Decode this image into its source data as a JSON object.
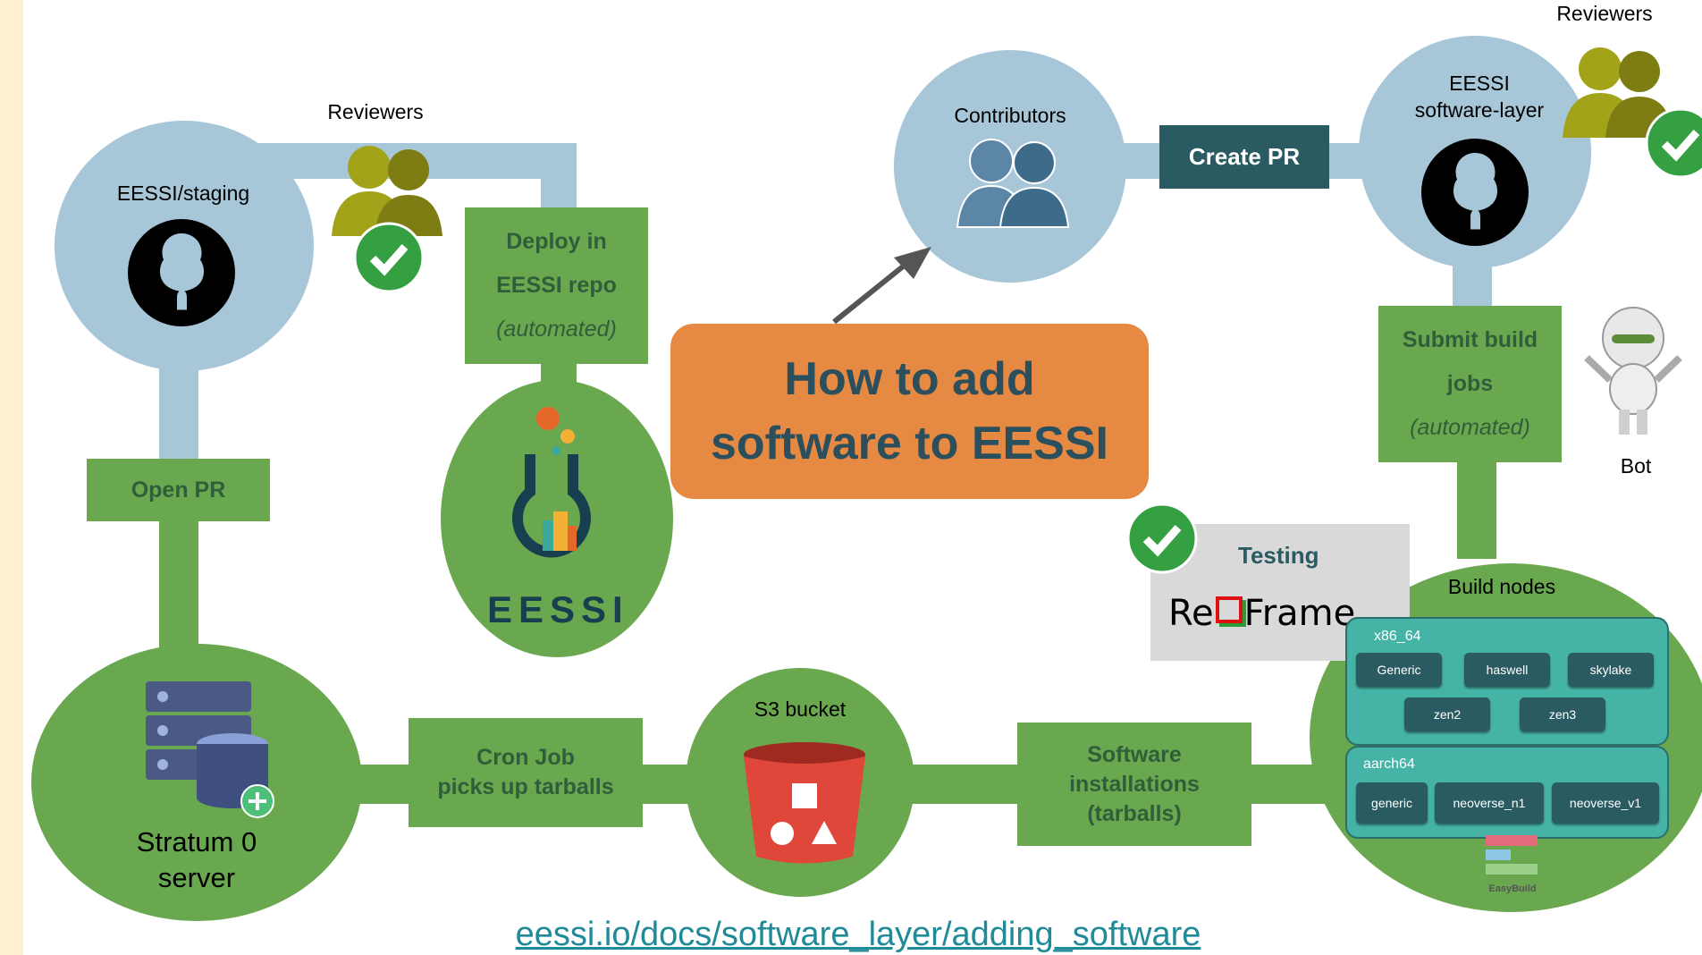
{
  "staging": {
    "label": "EESSI/staging"
  },
  "reviewers_left": {
    "label": "Reviewers"
  },
  "reviewers_right": {
    "label": "Reviewers"
  },
  "deploy": {
    "line1": "Deploy in",
    "line2": "EESSI repo",
    "line3": "(automated)"
  },
  "eessi_logo": {
    "text": "EESSI"
  },
  "title": {
    "line1": "How to add",
    "line2": "software to EESSI"
  },
  "contributors": {
    "label": "Contributors"
  },
  "create_pr": {
    "label": "Create PR"
  },
  "software_layer": {
    "line1": "EESSI",
    "line2": "software-layer"
  },
  "submit": {
    "line1": "Submit build",
    "line2": "jobs",
    "line3": "(automated)"
  },
  "bot": {
    "label": "Bot"
  },
  "open_pr": {
    "label": "Open PR"
  },
  "testing": {
    "label": "Testing",
    "logo_pre": "Re",
    "logo_post": "Frame"
  },
  "build_nodes": {
    "label": "Build nodes",
    "x86": {
      "label": "x86_64",
      "nodes": [
        "Generic",
        "haswell",
        "skylake",
        "zen2",
        "zen3"
      ]
    },
    "aarch": {
      "label": "aarch64",
      "nodes": [
        "generic",
        "neoverse_n1",
        "neoverse_v1"
      ]
    },
    "easybuild": "EasyBuild"
  },
  "stratum": {
    "line1": "Stratum 0",
    "line2": "server"
  },
  "cron": {
    "line1": "Cron Job",
    "line2": "picks up tarballs"
  },
  "s3": {
    "label": "S3 bucket"
  },
  "software_inst": {
    "line1": "Software",
    "line2": "installations",
    "line3": "(tarballs)"
  },
  "link": {
    "text": "eessi.io/docs/software_layer/adding_software"
  },
  "colors": {
    "green": "#6aa84f",
    "light_blue": "#a7c7d8",
    "orange": "#e68a43",
    "dark_teal": "#2b5b62",
    "teal": "#45b3a5",
    "check_green": "#35a041"
  }
}
